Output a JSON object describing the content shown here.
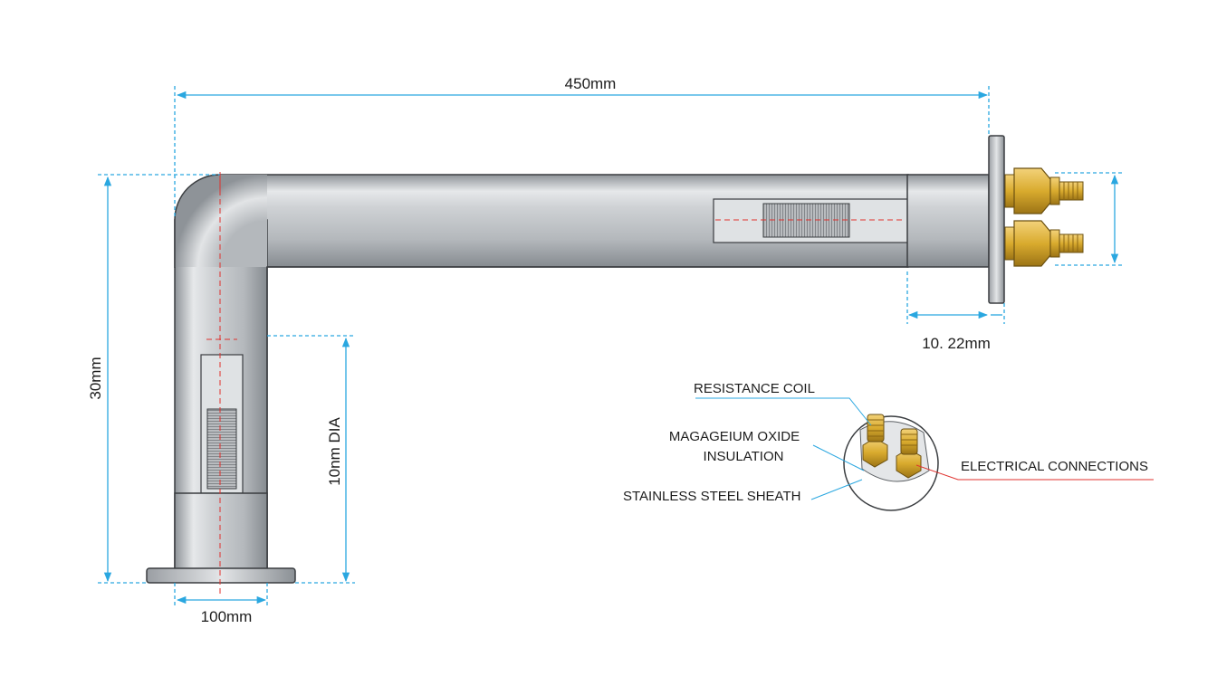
{
  "dimensions": {
    "overall_length": "450mm",
    "vertical_height": "30mm",
    "base_width": "100mm",
    "diameter": "10nm DIA",
    "flange_depth": "10. 22mm"
  },
  "callouts": {
    "resistance_coil": "RESISTANCE COIL",
    "insulation_line1": "MAGAGEIUM OXIDE",
    "insulation_line2": "INSULATION",
    "sheath": "STAINLESS STEEL SHEATH",
    "connections": "ELECTRICAL CONNECTIONS"
  },
  "colors": {
    "dimension_line": "#2aa7e0",
    "center_line": "#e0312d",
    "steel": "#c9ccd0",
    "brass": "#d9ab2e"
  }
}
